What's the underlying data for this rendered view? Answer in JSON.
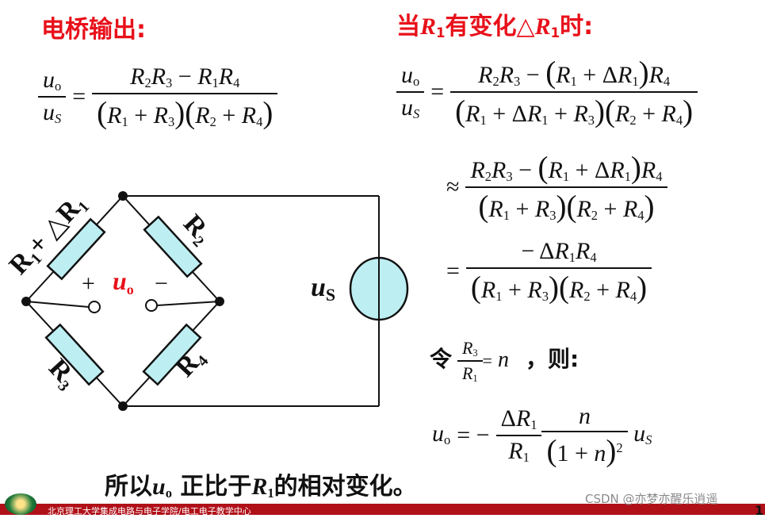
{
  "left_title": "电桥输出",
  "left_title_colon": ":",
  "right_title": {
    "pre": "当",
    "r1": "R",
    "sub1": "1",
    "mid": "有变化△",
    "r1b": "R",
    "sub1b": "1",
    "post": "时:"
  },
  "circuit": {
    "label_r1_delta": "R1+ △R1",
    "label_r2": "R2",
    "label_r3": "R3",
    "label_r4": "R4",
    "plus": "+",
    "minus": "−",
    "uo": "uo",
    "us": "us"
  },
  "ling_text": "令",
  "ze_text": "，则:",
  "bottom_sentence": {
    "pre": "所以",
    "uo": "u",
    "uo_sub": "o",
    "mid": " 正比于",
    "r": "R",
    "r_sub": "1",
    "post": "的相对变化。"
  },
  "footer_text": "北京理工大学集成电路与电子学院/电工电子教学中心",
  "watermark": "CSDN @亦梦亦醒乐逍遥",
  "page_number": "1"
}
